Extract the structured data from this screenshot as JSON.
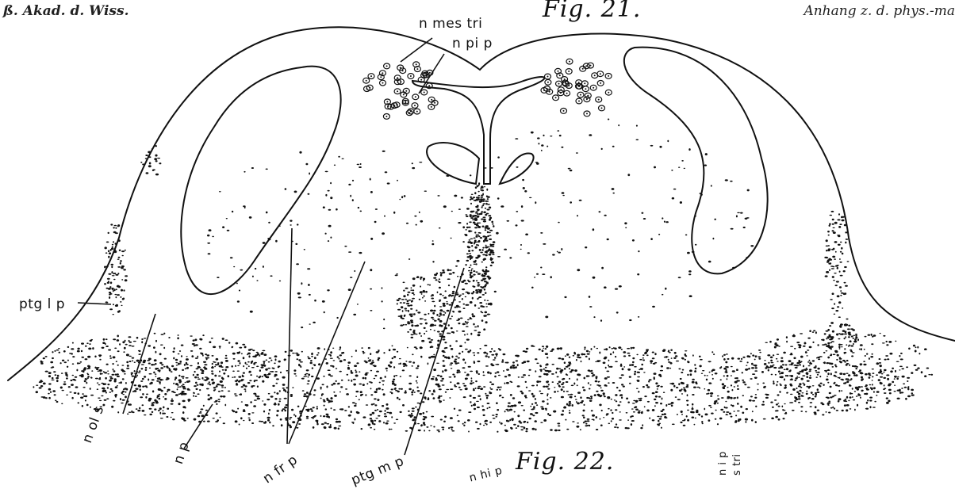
{
  "header": {
    "left": "ß. Akad. d. Wiss.",
    "right": "Anhang z. d. phys.-ma"
  },
  "figures": {
    "fig21": "Fig. 21.",
    "fig22": "Fig. 22."
  },
  "labels": {
    "n_mes_tri": "n mes tri",
    "n_pi_p": "n pi p",
    "ptg_lp": "ptg l p",
    "n_ol_s": "n ol s",
    "n_p": "n p",
    "n_fr_p": "n fr p",
    "ptg_mp": "ptg m p",
    "n_hi_p": "n hi p",
    "n_ip": "n i p",
    "n_stri": "s tri"
  },
  "colors": {
    "ink": "#111111",
    "paper": "#ffffff"
  }
}
